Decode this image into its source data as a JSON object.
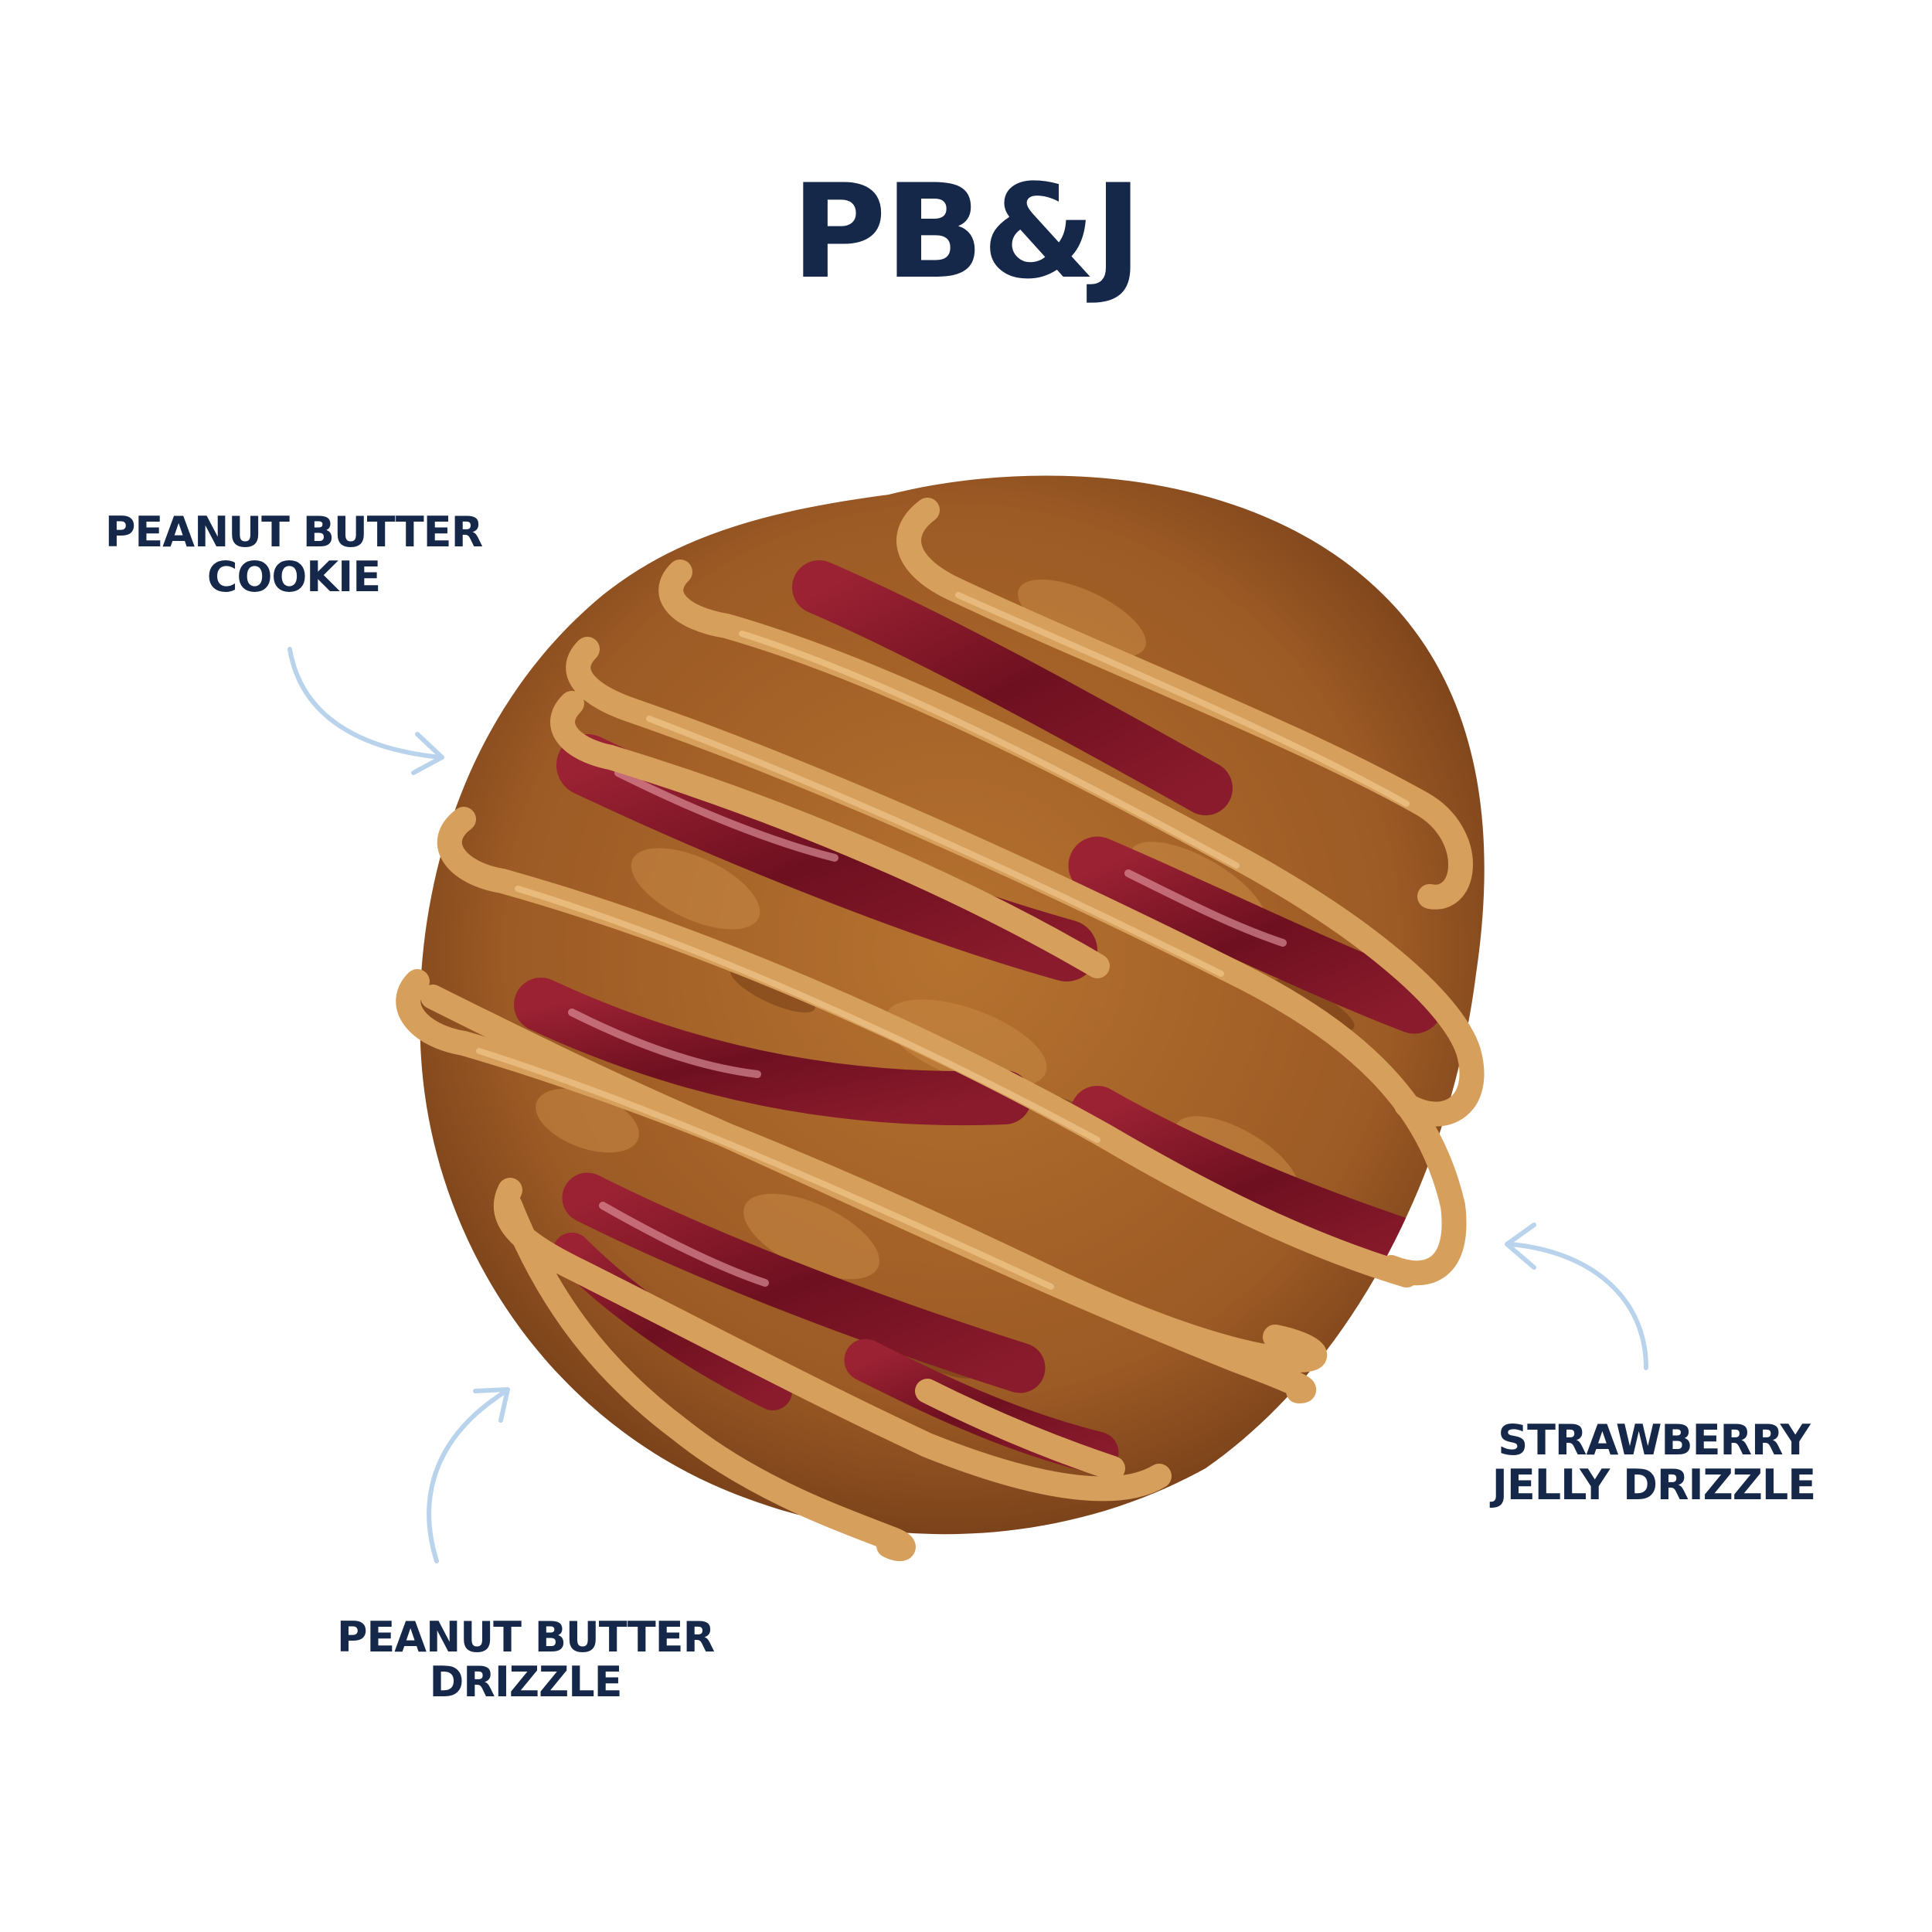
{
  "title": "PB&J",
  "labels": {
    "cookie": [
      "PEANUT BUTTER",
      "COOKIE"
    ],
    "pb_drizzle": [
      "PEANUT BUTTER",
      "DRIZZLE"
    ],
    "jelly": [
      "STRAWBERRY",
      "JELLY DRIZZLE"
    ]
  },
  "colors": {
    "text": "#15284a",
    "arrow": "#b9d3ec",
    "cookie": "#a5612a",
    "peanut_butter_drizzle": "#d9a15c",
    "jelly": "#7a1625"
  }
}
